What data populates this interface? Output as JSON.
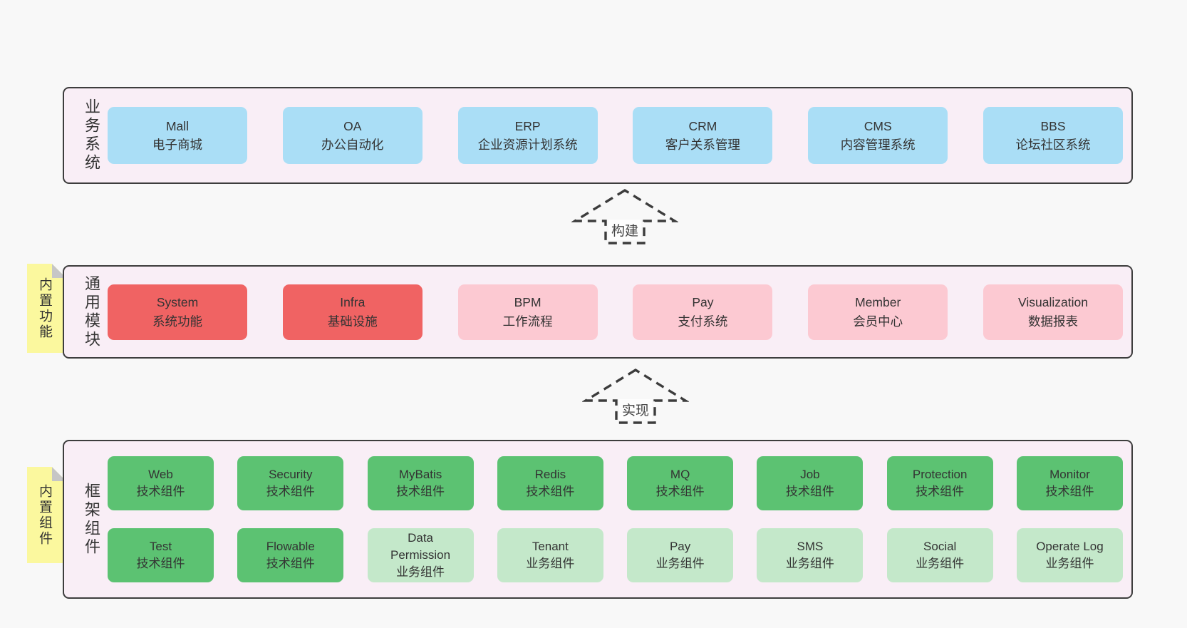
{
  "diagram": {
    "layers": {
      "business": {
        "label": "业务系统",
        "boxes": [
          {
            "name": "Mall",
            "desc": "电子商城",
            "type": "blue"
          },
          {
            "name": "OA",
            "desc": "办公自动化",
            "type": "blue"
          },
          {
            "name": "ERP",
            "desc": "企业资源计划系统",
            "type": "blue"
          },
          {
            "name": "CRM",
            "desc": "客户关系管理",
            "type": "blue"
          },
          {
            "name": "CMS",
            "desc": "内容管理系统",
            "type": "blue"
          },
          {
            "name": "BBS",
            "desc": "论坛社区系统",
            "type": "blue"
          }
        ]
      },
      "modules": {
        "label": "通用模块",
        "note": "内置功能",
        "boxes": [
          {
            "name": "System",
            "desc": "系统功能",
            "type": "red"
          },
          {
            "name": "Infra",
            "desc": "基础设施",
            "type": "red"
          },
          {
            "name": "BPM",
            "desc": "工作流程",
            "type": "pink"
          },
          {
            "name": "Pay",
            "desc": "支付系统",
            "type": "pink"
          },
          {
            "name": "Member",
            "desc": "会员中心",
            "type": "pink"
          },
          {
            "name": "Visualization",
            "desc": "数据报表",
            "type": "pink"
          }
        ]
      },
      "framework": {
        "label": "框架组件",
        "note": "内置组件",
        "row1": [
          {
            "name": "Web",
            "desc": "技术组件",
            "type": "green"
          },
          {
            "name": "Security",
            "desc": "技术组件",
            "type": "green"
          },
          {
            "name": "MyBatis",
            "desc": "技术组件",
            "type": "green"
          },
          {
            "name": "Redis",
            "desc": "技术组件",
            "type": "green"
          },
          {
            "name": "MQ",
            "desc": "技术组件",
            "type": "green"
          },
          {
            "name": "Job",
            "desc": "技术组件",
            "type": "green"
          },
          {
            "name": "Protection",
            "desc": "技术组件",
            "type": "green"
          },
          {
            "name": "Monitor",
            "desc": "技术组件",
            "type": "green"
          }
        ],
        "row2": [
          {
            "name": "Test",
            "desc": "技术组件",
            "type": "green"
          },
          {
            "name": "Flowable",
            "desc": "技术组件",
            "type": "green"
          },
          {
            "name": "Data Permission",
            "desc": "业务组件",
            "type": "green-light"
          },
          {
            "name": "Tenant",
            "desc": "业务组件",
            "type": "green-light"
          },
          {
            "name": "Pay",
            "desc": "业务组件",
            "type": "green-light"
          },
          {
            "name": "SMS",
            "desc": "业务组件",
            "type": "green-light"
          },
          {
            "name": "Social",
            "desc": "业务组件",
            "type": "green-light"
          },
          {
            "name": "Operate Log",
            "desc": "业务组件",
            "type": "green-light"
          }
        ]
      }
    },
    "arrows": [
      {
        "label": "构建"
      },
      {
        "label": "实现"
      }
    ],
    "colors": {
      "page_bg": "#f8f8f8",
      "layer_bg": "#f9eef6",
      "layer_border": "#3d3d3d",
      "blue": "#aadef6",
      "red": "#f06363",
      "pink": "#fcc9d2",
      "green": "#5cc272",
      "green_light": "#c4e8ca",
      "note_yellow": "#fbf89e",
      "note_fold": "#c6c6c6",
      "text": "#333333"
    }
  }
}
